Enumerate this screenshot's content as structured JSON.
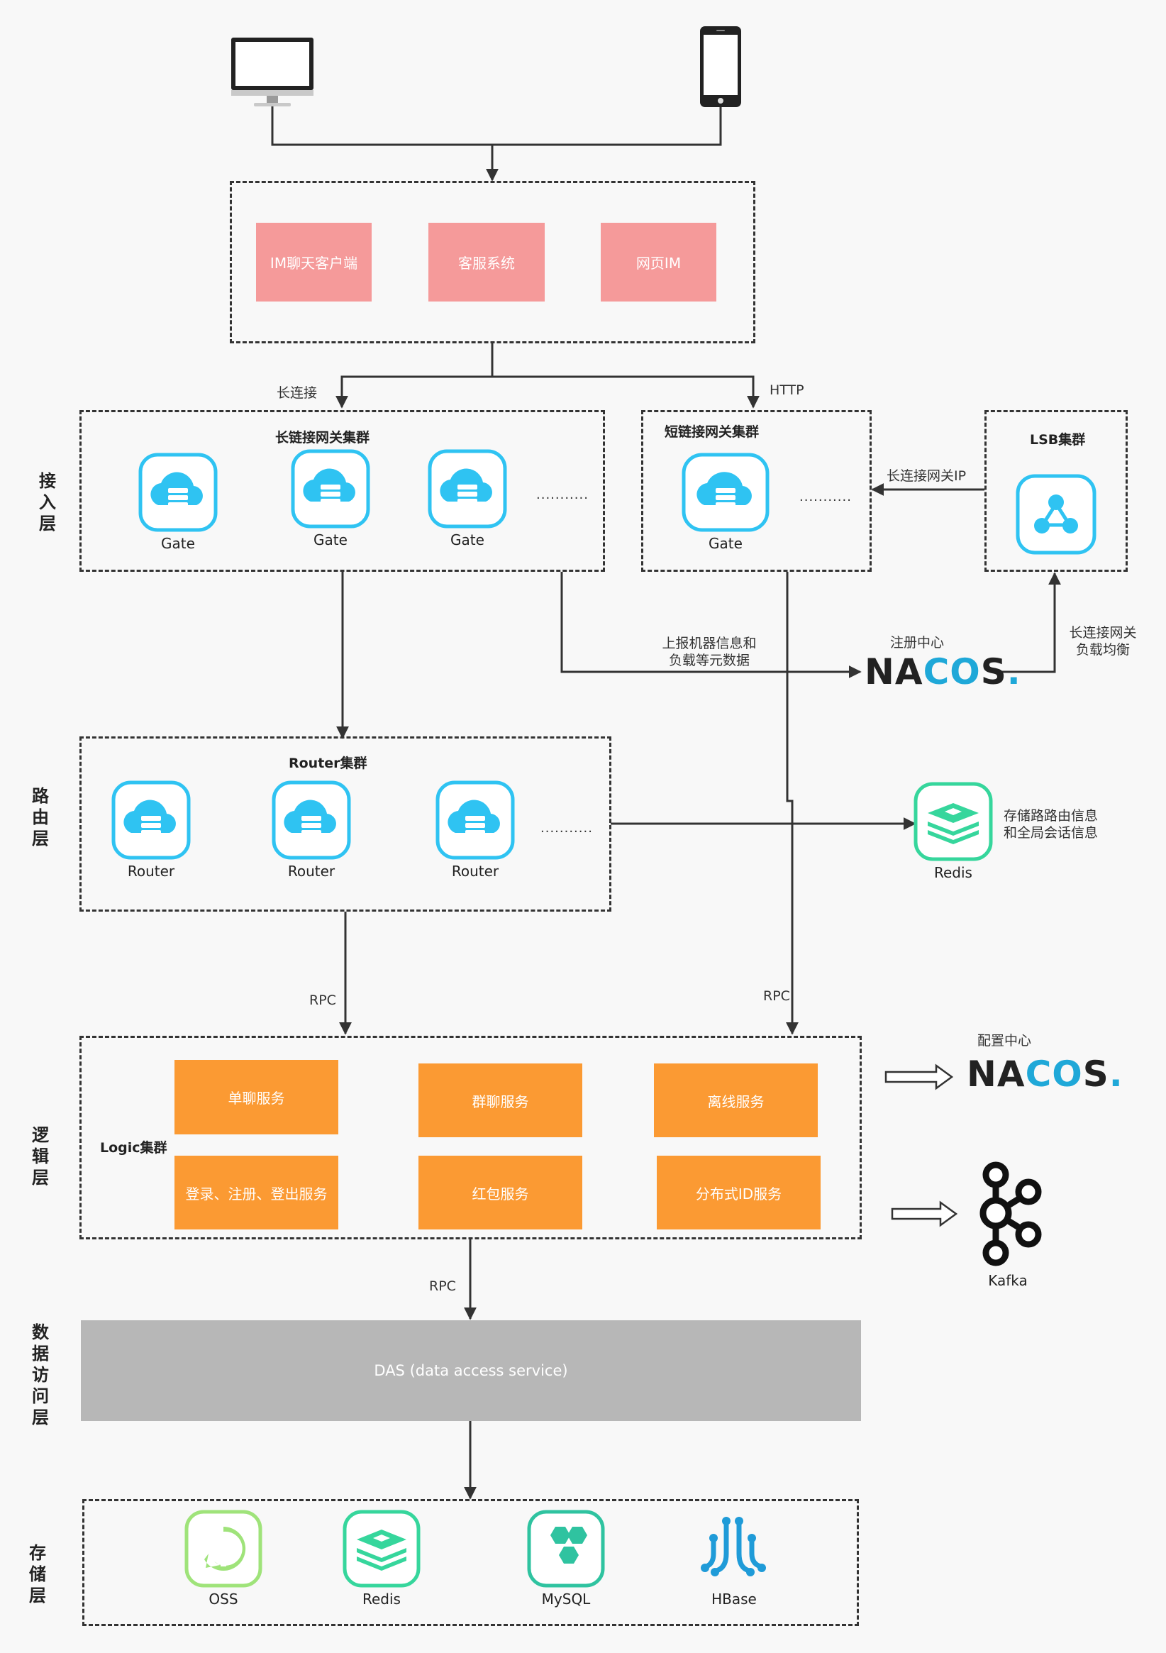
{
  "layers": [
    "接入层",
    "路由层",
    "逻辑层",
    "数据访问层",
    "存储层"
  ],
  "clients": [
    "IM聊天客户端",
    "客服系统",
    "网页IM"
  ],
  "edges": {
    "long_conn": "长连接",
    "http": "HTTP",
    "long_gw_ip": "长连接网关IP",
    "report": "上报机器信息和\n负载等元数据",
    "registry": "注册中心",
    "lb": "长连接网关\n负载均衡",
    "rpc1": "RPC",
    "rpc2": "RPC",
    "rpc3": "RPC",
    "config_center": "配置中心",
    "redis_desc": "存储路路由信息\n和全局会话信息"
  },
  "long_gw": {
    "title": "长链接网关集群",
    "nodes": [
      "Gate",
      "Gate",
      "Gate"
    ],
    "more": "..........."
  },
  "short_gw": {
    "title": "短链接网关集群",
    "nodes": [
      "Gate"
    ],
    "more": "..........."
  },
  "lsb": {
    "title": "LSB集群"
  },
  "router": {
    "title": "Router集群",
    "nodes": [
      "Router",
      "Router",
      "Router"
    ],
    "more": "..........."
  },
  "redis_cache": {
    "label": "Redis"
  },
  "logic": {
    "title": "Logic集群",
    "services": [
      "单聊服务",
      "群聊服务",
      "离线服务",
      "登录、注册、登出服务",
      "红包服务",
      "分布式ID服务"
    ]
  },
  "nacos": {
    "left": "N",
    "a": "A",
    "c": "C",
    "o": "O",
    "s": "S",
    "dot": "."
  },
  "kafka": {
    "label": "Kafka"
  },
  "das": {
    "label": "DAS (data access service)"
  },
  "storage": {
    "items": [
      "OSS",
      "Redis",
      "MySQL",
      "HBase"
    ]
  },
  "colors": {
    "pink": "#f59a9a",
    "orange": "#fb9a33",
    "das": "#b7b7b7",
    "cyan": "#2fc3f2"
  }
}
